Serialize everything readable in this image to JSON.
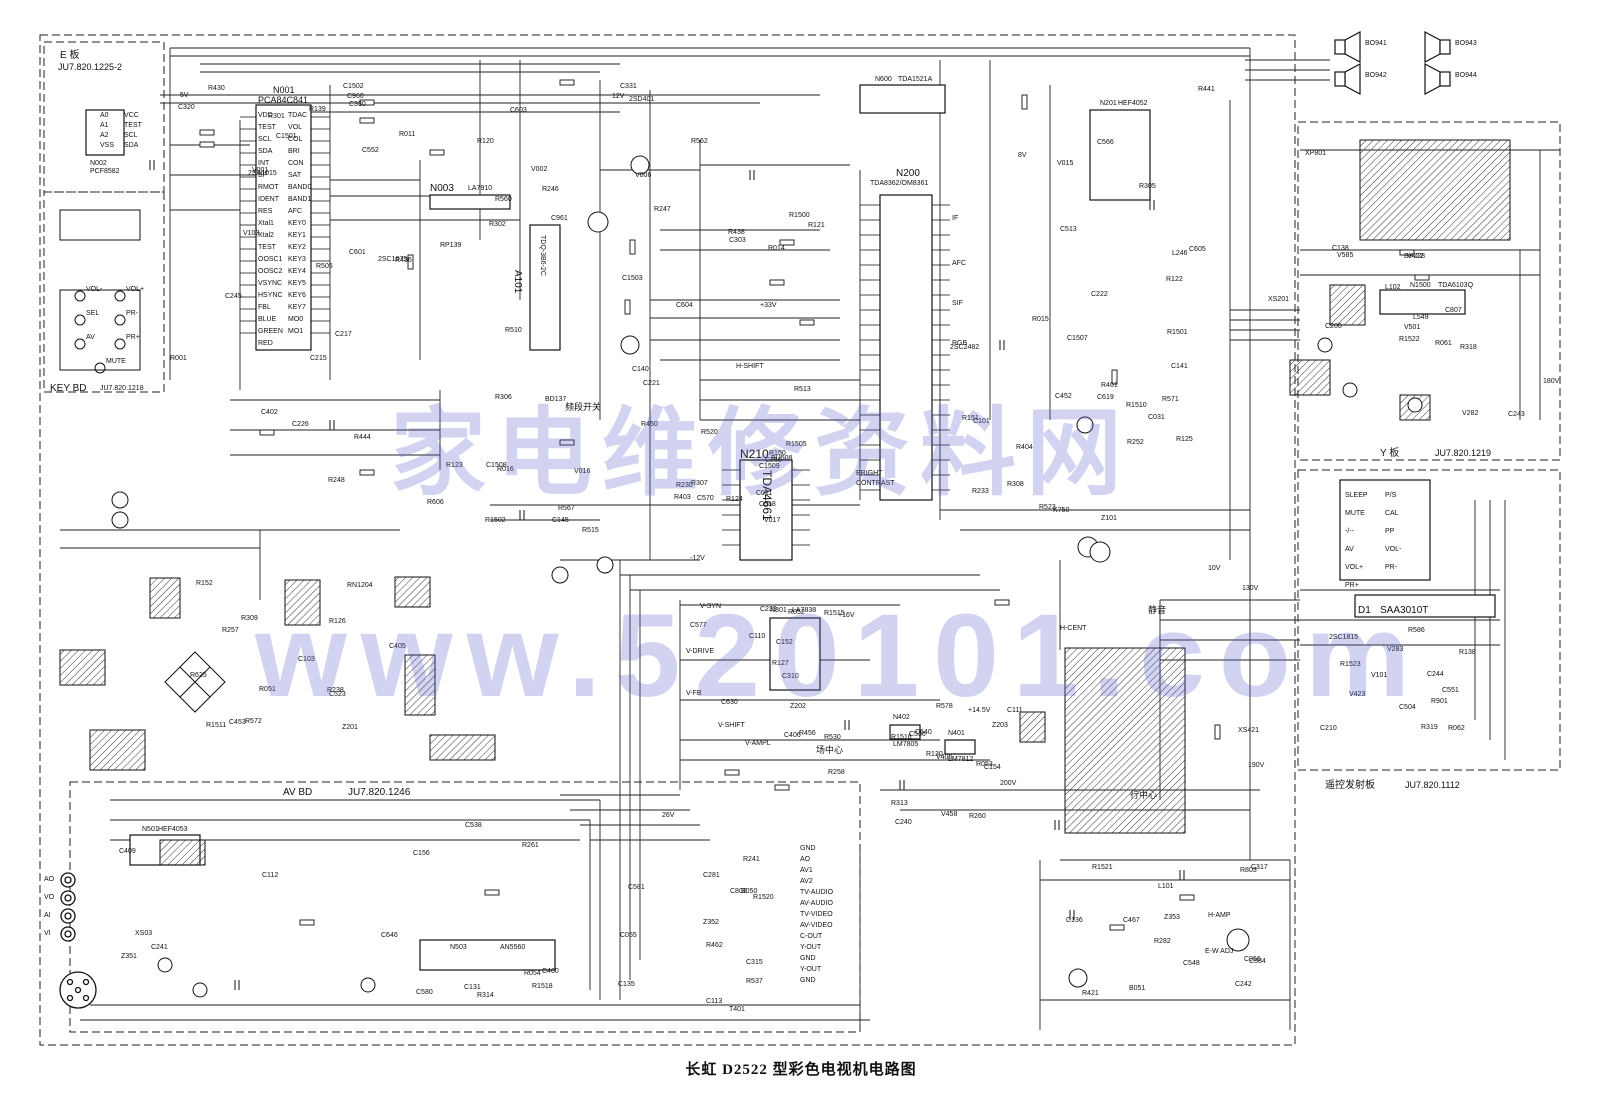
{
  "caption": "长虹 D2522 型彩色电视机电路图",
  "watermark": {
    "line1": "家电维修资料网",
    "line2": "www.520101.com"
  },
  "boards": {
    "e_board": "E 板",
    "e_board_code": "JU7.820.1225-2",
    "key_board": "KEY BD",
    "key_board_code": "JU7.820.1218",
    "y_board": "Y 板",
    "y_board_code": "JU7.820.1219",
    "av_board": "AV BD",
    "av_board_code": "JU7.820.1246",
    "remote_board": "遥控发射板",
    "remote_board_code": "JU7.820.1112"
  },
  "ics": [
    "N001",
    "PCA84C841",
    "N002",
    "PCF8582",
    "N003",
    "LA7910",
    "N200",
    "TDA8362/OM8361",
    "N210",
    "TDA4661",
    "N600",
    "TDA1521A",
    "N201",
    "HEF4052",
    "N301",
    "LA7838",
    "N401",
    "LM7812",
    "N402",
    "LM7805",
    "N501",
    "HEF4053",
    "N503",
    "AN5560",
    "N1500",
    "TDA6103Q",
    "D1",
    "SAA3010T",
    "A101",
    "TDQ-3B6-2C",
    "XP801",
    "XS201",
    "XS421",
    "XS03"
  ],
  "chips_text": {
    "n001_pins_left": [
      "VDD",
      "TEST",
      "SCL",
      "SDA",
      "INT",
      "BP",
      "RMOT",
      "IDENT",
      "RES",
      "Xtal1",
      "Xtal2",
      "TEST",
      "OOSC1",
      "OOSC2",
      "VSYNC",
      "HSYNC",
      "FBL",
      "BLUE",
      "GREEN",
      "RED"
    ],
    "n001_pins_right": [
      "TDAC",
      "VOL",
      "COL",
      "BRI",
      "CON",
      "SAT",
      "BAND0",
      "BAND1",
      "AFC",
      "KEY0",
      "KEY1",
      "KEY2",
      "KEY3",
      "KEY4",
      "KEY5",
      "KEY6",
      "KEY7",
      "MO0",
      "MO1"
    ],
    "n002_pins": [
      "A0",
      "A1",
      "A2",
      "VSS",
      "VCC",
      "TEST",
      "SCL",
      "SDA"
    ]
  },
  "labels": {
    "key_board_keys": [
      "VOL-",
      "VOL+",
      "SEL",
      "PR-",
      "PR+",
      "AV",
      "MUTE"
    ],
    "switches": [
      "频段开关",
      "场中心",
      "静音",
      "行中心"
    ],
    "av_jacks": [
      "AO",
      "VO",
      "AI",
      "VI"
    ],
    "speaker_labels": [
      "BO941",
      "BO942",
      "BO943",
      "BO944"
    ],
    "tv_out_pins": [
      "GND",
      "AO",
      "AV1",
      "AV2",
      "TV-AUDIO",
      "AV-AUDIO",
      "TV-VIDEO",
      "AV-VIDEO",
      "C-OUT",
      "Y-OUT",
      "GND",
      "Y-OUT",
      "GND"
    ],
    "remote_keys": [
      "SLEEP",
      "P/S",
      "MUTE",
      "CAL",
      "-/--",
      "PP",
      "AV",
      "VOL-",
      "VOL+",
      "PR-",
      "PR+"
    ],
    "voltages": [
      "5V",
      "8V",
      "12V",
      "+14.5V",
      "+33V",
      "130V",
      "180V",
      "190V",
      "+16V",
      "26V",
      "200V",
      "10V",
      "-12V"
    ],
    "other": [
      "H-SHIFT",
      "V-DRIVE",
      "V-FB",
      "V-SYN",
      "H-AMP",
      "E-W ADJ",
      "V-AMPL",
      "V-SHIFT",
      "H-CENT",
      "BRIGHT",
      "CONTRAST",
      "IF",
      "AFC",
      "SIF",
      "RGB"
    ]
  },
  "components": [
    "R001",
    "R011",
    "R014",
    "R015",
    "R016",
    "C011",
    "C031",
    "R051",
    "R052",
    "R053",
    "R054",
    "C055",
    "C056",
    "R061",
    "R062",
    "V001",
    "V002",
    "V006",
    "V015",
    "V016",
    "V017",
    "C101",
    "C103",
    "C110",
    "C111",
    "C112",
    "C113",
    "L101",
    "L102",
    "V101",
    "V103",
    "R120",
    "R121",
    "R122",
    "R123",
    "R124",
    "R125",
    "R126",
    "R127",
    "R130",
    "C131",
    "C135",
    "C136",
    "C138",
    "R138",
    "R139",
    "RP139",
    "C140",
    "C141",
    "C145",
    "R150",
    "R151",
    "R152",
    "C152",
    "C154",
    "C156",
    "B050",
    "B051",
    "C200",
    "C210",
    "C215",
    "C217",
    "C221",
    "C222",
    "C226",
    "R230",
    "R233",
    "R238",
    "C239",
    "C240",
    "C241",
    "R241",
    "C242",
    "C243",
    "C244",
    "C245",
    "R246",
    "R247",
    "L246",
    "R248",
    "C250",
    "R252",
    "R257",
    "R258",
    "R260",
    "R261",
    "C281",
    "R282",
    "V282",
    "V283",
    "R301",
    "R302",
    "C303",
    "R305",
    "R306",
    "R307",
    "R308",
    "R309",
    "C310",
    "R313",
    "R314",
    "C315",
    "C317",
    "R318",
    "R319",
    "C320",
    "C330",
    "C331",
    "R401",
    "C402",
    "R403",
    "R404",
    "C405",
    "C406",
    "V406",
    "C409",
    "T401",
    "R421",
    "V422",
    "V423",
    "R430",
    "R436",
    "R438",
    "R441",
    "R444",
    "R450",
    "C452",
    "C453",
    "R456",
    "V458",
    "C460",
    "R462",
    "C467",
    "V501",
    "C504",
    "R505",
    "R510",
    "R513",
    "C513",
    "R515",
    "R520",
    "R523",
    "C523",
    "R530",
    "C536",
    "C538",
    "R537",
    "C548",
    "L549",
    "C551",
    "C552",
    "R560",
    "R562",
    "C566",
    "R567",
    "C570",
    "R571",
    "R572",
    "C577",
    "R578",
    "C580",
    "C581",
    "C584",
    "V585",
    "R586",
    "C601",
    "C603",
    "C604",
    "C605",
    "R606",
    "C618",
    "C619",
    "R625",
    "C630",
    "C640",
    "C646",
    "C802",
    "R803",
    "C807",
    "R901",
    "C960",
    "C961",
    "R1500",
    "R1501",
    "R1502",
    "R1505",
    "R1510",
    "R1511",
    "R1515",
    "R1516",
    "R1518",
    "R1520",
    "R1521",
    "R1522",
    "R1523",
    "C1501",
    "C1502",
    "C1503",
    "C1507",
    "C1508",
    "C1509",
    "Z101",
    "Z201",
    "Z202",
    "Z203",
    "Z351",
    "Z352",
    "Z353",
    "BY228",
    "2SC1815",
    "2SA1015",
    "2SC1675",
    "2SD401",
    "2SC2482",
    "BD137",
    "BU508",
    "K750",
    "RN1204"
  ]
}
